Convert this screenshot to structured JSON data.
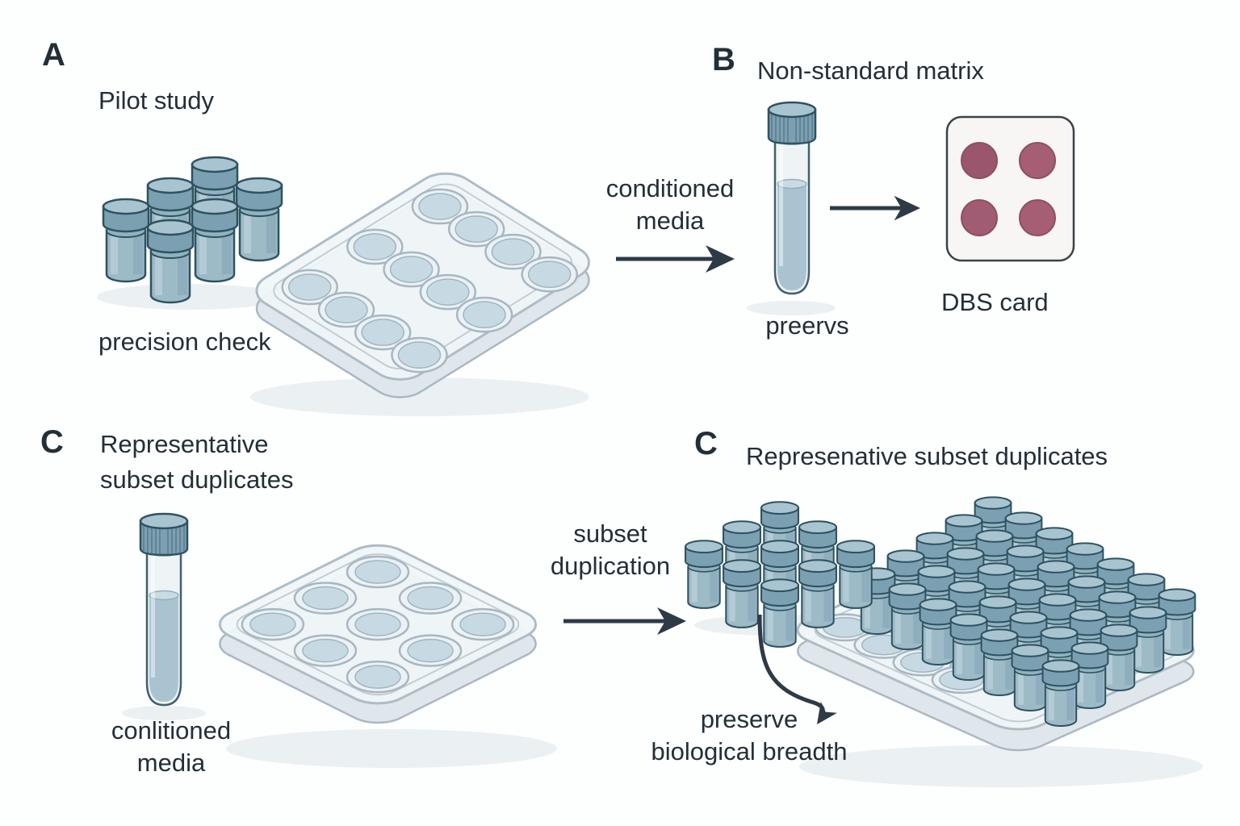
{
  "figure": {
    "panels": {
      "a": {
        "letter": "A",
        "title": "Pilot study",
        "caption": "precision check"
      },
      "b": {
        "letter": "B",
        "title": "Non-standard matrix",
        "tube_label": "preervs",
        "card_label": "DBS card"
      },
      "c": {
        "letter": "C",
        "title_line1": "Representative",
        "title_line2": "subset duplicates",
        "tube_label_line1": "conlitioned",
        "tube_label_line2": "media"
      },
      "d": {
        "letter": "C",
        "title": "Represenative subset duplicates",
        "note_line1": "preserve",
        "note_line2": "biological breadth"
      }
    },
    "arrows": {
      "a_to_b_line1": "conditioned",
      "a_to_b_line2": "media",
      "c_to_d_line1": "subset",
      "c_to_d_line2": "duplication"
    },
    "colors": {
      "vial_blue": "#7ba0b2",
      "vial_light": "#a9c4d1",
      "plate_tint": "#f0f5f8",
      "dbs_dot": "#a05c72",
      "card_bg": "#f7f6f4",
      "arrow": "#2e3b46",
      "text": "#232f38"
    }
  }
}
